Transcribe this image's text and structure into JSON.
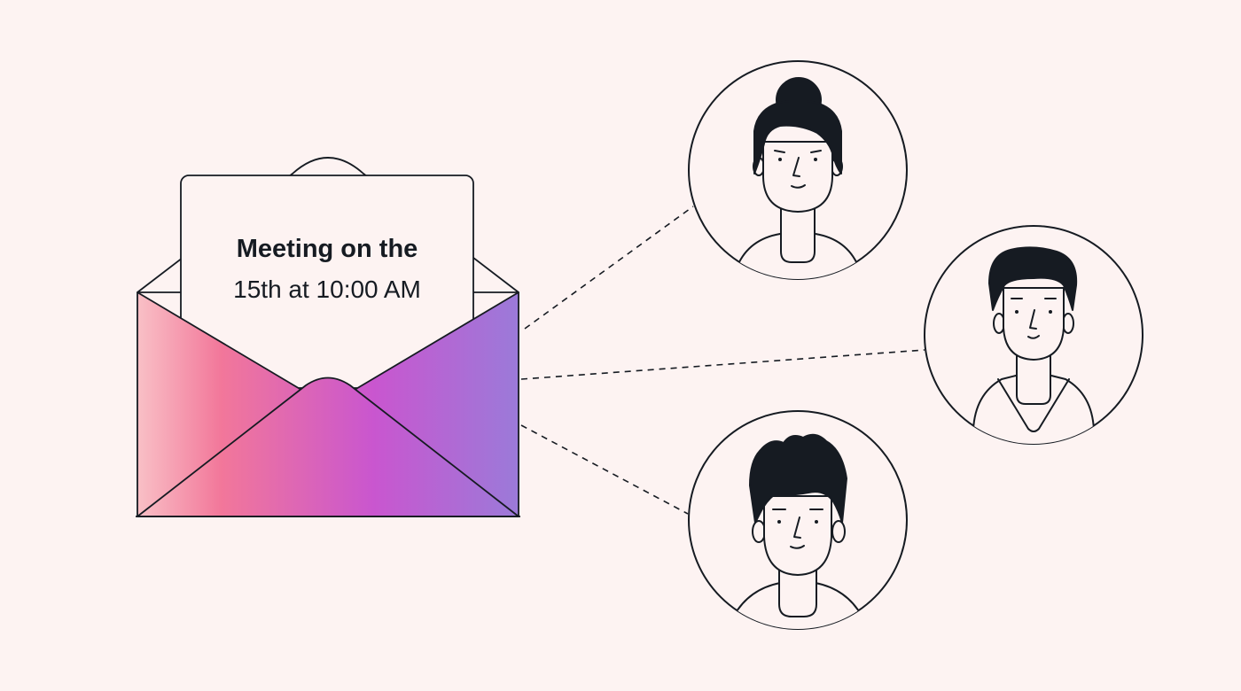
{
  "letter": {
    "line1": "Meeting on the",
    "line2": "15th at 10:00 AM"
  },
  "colors": {
    "background": "#fdf3f2",
    "stroke": "#161b22",
    "hair": "#161b22",
    "envelope_gradient": [
      "#f9c0c6",
      "#f2779a",
      "#c956cf",
      "#9b7ad9"
    ]
  },
  "recipients": [
    {
      "name": "recipient-woman-bun"
    },
    {
      "name": "recipient-man-short-hair"
    },
    {
      "name": "recipient-man-spiky-hair"
    }
  ]
}
